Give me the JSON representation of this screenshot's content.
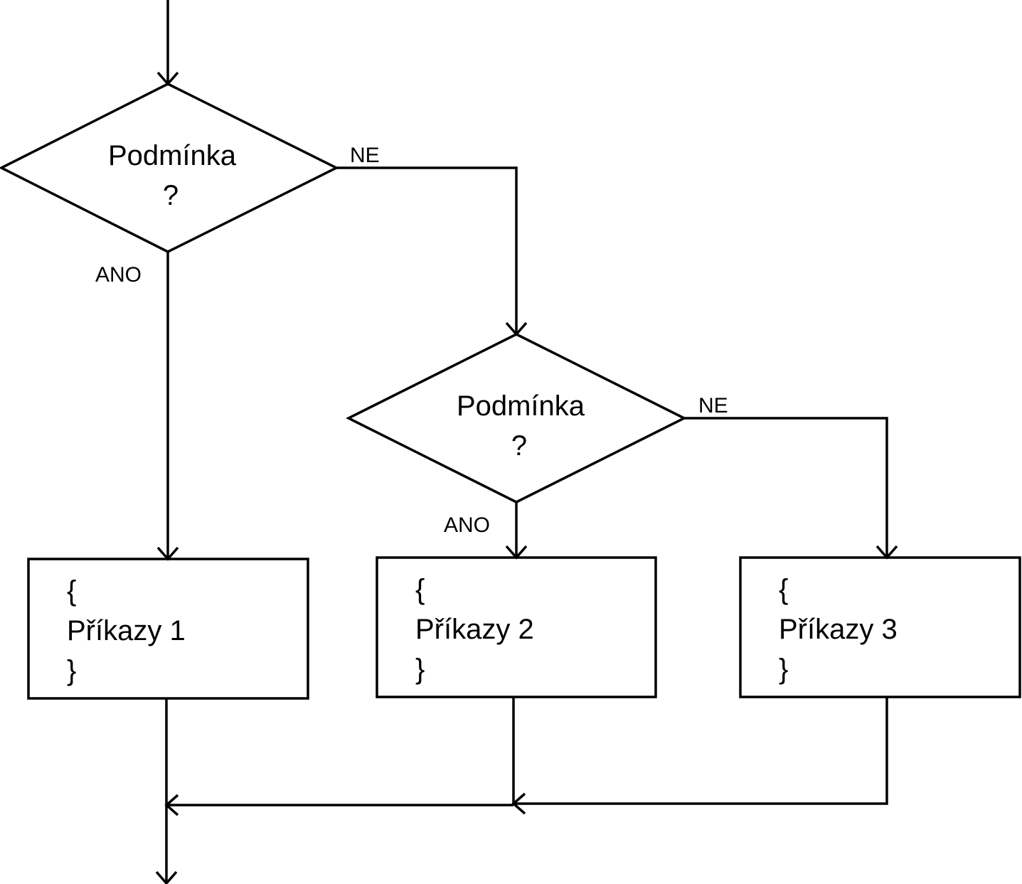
{
  "diagram": {
    "decisions": [
      {
        "line1": "Podmínka",
        "line2": "?",
        "yes_label": "ANO",
        "no_label": "NE"
      },
      {
        "line1": "Podmínka",
        "line2": "?",
        "yes_label": "ANO",
        "no_label": "NE"
      }
    ],
    "blocks": [
      {
        "open": "{",
        "label": "Příkazy 1",
        "close": "}"
      },
      {
        "open": "{",
        "label": "Příkazy 2",
        "close": "}"
      },
      {
        "open": "{",
        "label": "Příkazy 3",
        "close": "}"
      }
    ]
  }
}
